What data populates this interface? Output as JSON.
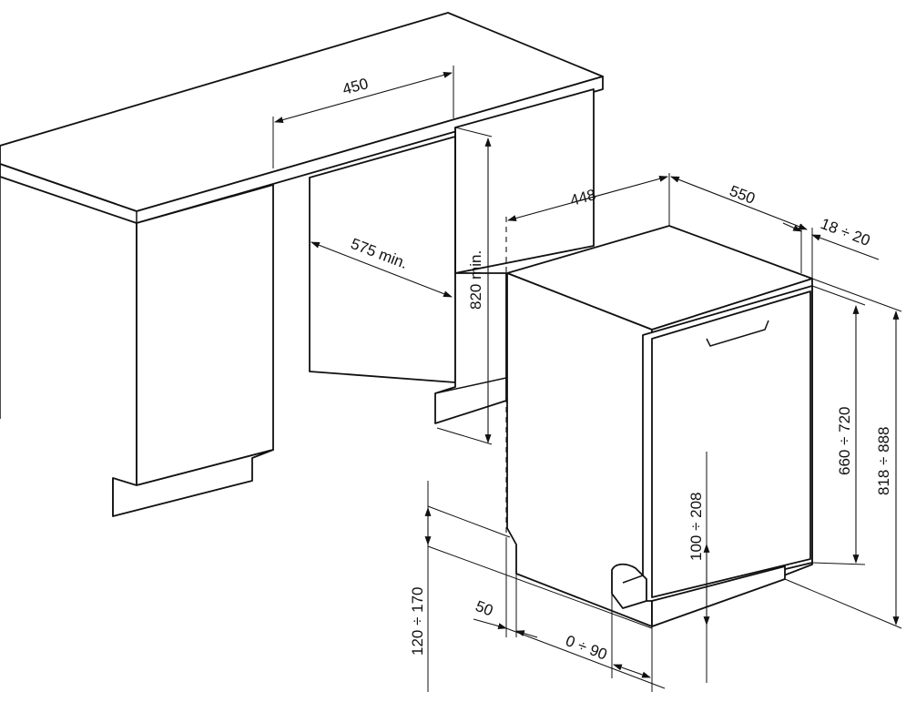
{
  "dimensions": {
    "niche_width": "450",
    "niche_depth": "575 min.",
    "niche_height": "820 min.",
    "appliance_width": "448",
    "appliance_depth": "550",
    "panel_thickness": "18 ÷ 20",
    "door_panel_height": "660 ÷ 720",
    "total_height": "818 ÷ 888",
    "plinth_height": "120 ÷ 170",
    "plinth_recess": "50",
    "plinth_offset": "0 ÷ 90",
    "door_bottom_gap": "100 ÷ 208"
  }
}
